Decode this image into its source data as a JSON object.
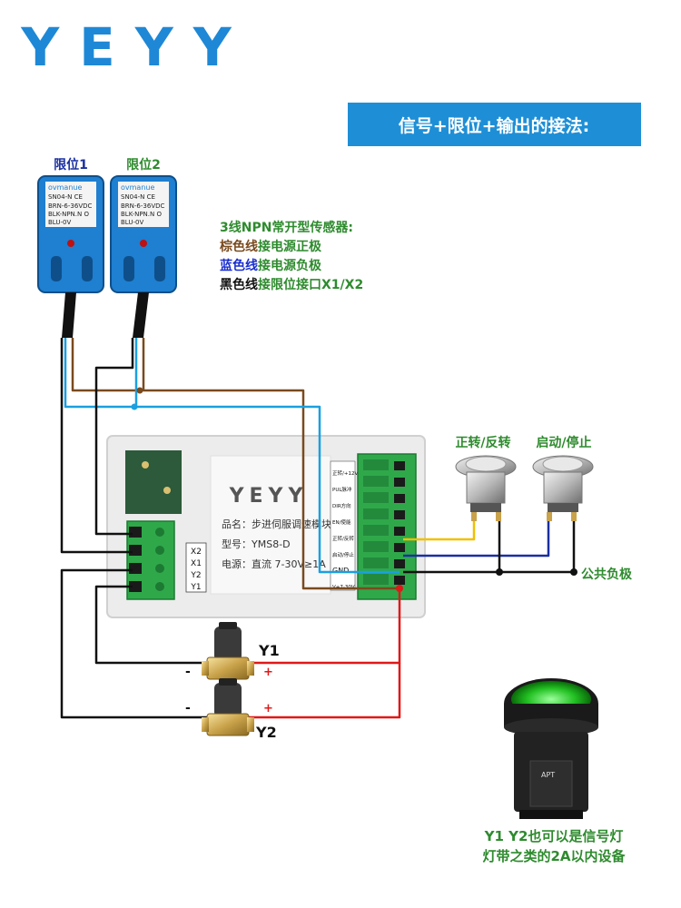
{
  "logo_text": "YEYY",
  "banner": {
    "title": "信号+限位+输出的接法:",
    "bg": "#1e8fd6"
  },
  "sensors": [
    {
      "title": "限位1",
      "brand": "ovmanue",
      "lines": [
        "SN04-N CE",
        "BRN-6-36VDC",
        "BLK-NPN.N O",
        "BLU-0V"
      ]
    },
    {
      "title": "限位2",
      "brand": "ovmanue",
      "lines": [
        "SN04-N CE",
        "BRN-6-36VDC",
        "BLK-NPN.N O",
        "BLU-0V"
      ]
    }
  ],
  "legend": {
    "heading": "3线NPN常开型传感器:",
    "brown_color_word": "棕色线",
    "brown_rest": "接电源正极",
    "blue_color_word": "蓝色线",
    "blue_rest": "接电源负极",
    "black_color_word": "黑色线",
    "black_rest": "接限位接口X1/X2"
  },
  "module": {
    "brand": "YEYY",
    "product_name": "品名：步进伺服调速模块",
    "model": "型号：YMS8-D",
    "power": "电源：直流 7-30V≥1A",
    "left_terminals": [
      "X2",
      "X1",
      "Y2",
      "Y1"
    ],
    "right_terminals": [
      "正转/+12V",
      "PUL脉冲",
      "DIR方向",
      "EN/使能",
      "正转/反转",
      "启动/停止",
      "GND",
      "V+7-30V"
    ]
  },
  "buttons": [
    {
      "label": "正转/反转"
    },
    {
      "label": "启动/停止"
    }
  ],
  "common_negative_label": "公共负极",
  "valves": [
    {
      "label": "Y1",
      "minus": "-",
      "plus": "+"
    },
    {
      "label": "Y2",
      "minus": "-",
      "plus": "+"
    }
  ],
  "lamp": {
    "brand": "APT",
    "caption_line1": "Y1  Y2也可以是信号灯",
    "caption_line2": "灯带之类的2A以内设备"
  },
  "colors": {
    "brown": "#7a4a1e",
    "blue": "#1aa0e0",
    "black": "#111111",
    "red": "#e01818",
    "yellow": "#f0c000",
    "navy": "#1a2fa0",
    "green_text": "#2e8b2e",
    "logo_blue": "#1e88d6"
  }
}
